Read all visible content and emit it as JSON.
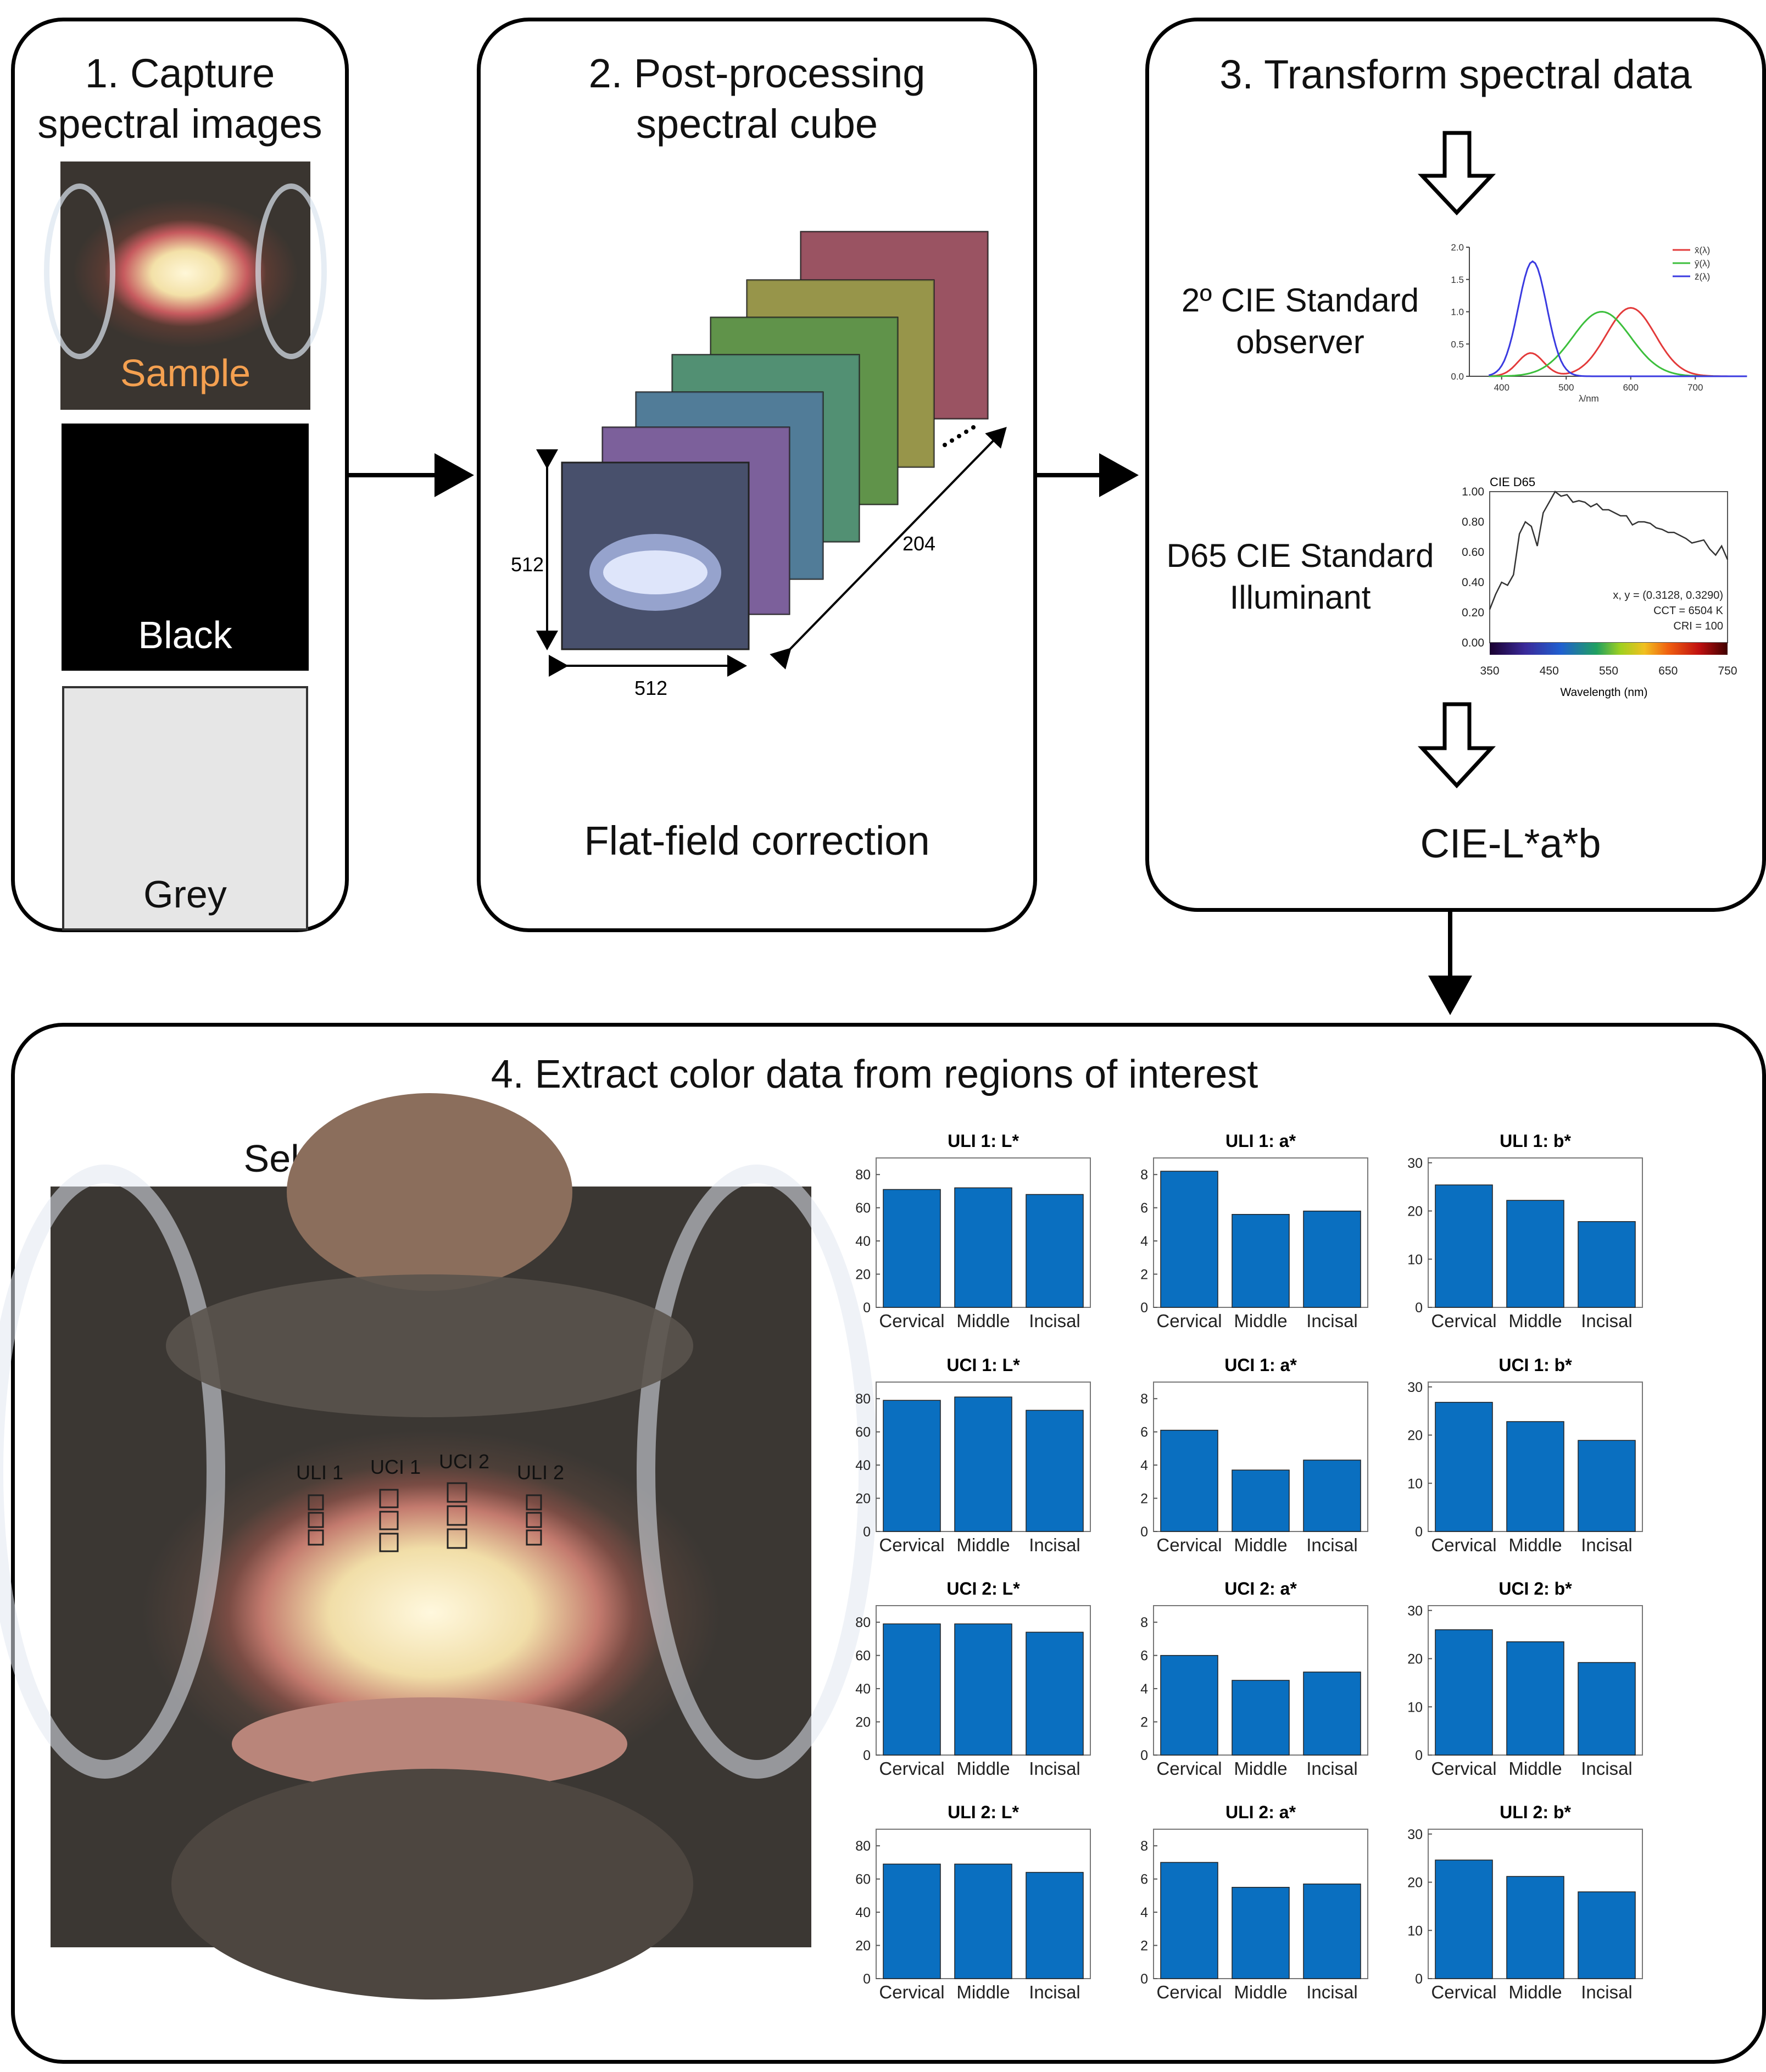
{
  "steps": {
    "capture": {
      "title_line1": "1. Capture",
      "title_line2": "spectral images",
      "sample_label": "Sample",
      "black_label": "Black",
      "grey_label": "Grey"
    },
    "postprocess": {
      "title_line1": "2. Post-processing",
      "title_line2": "spectral cube",
      "dim_height": "512",
      "dim_width": "512",
      "dim_depth": "204",
      "correction_label": "Flat-field correction"
    },
    "transform": {
      "title": "3. Transform spectral data",
      "observer_line1": "2º CIE Standard",
      "observer_line2": "observer",
      "illuminant_line1": "D65 CIE Standard",
      "illuminant_line2": "Illuminant",
      "output_label": "CIE-L*a*b"
    },
    "extract": {
      "title": "4. Extract color data from regions of interest",
      "selected_label": "Selected areas",
      "roi_labels": [
        "ULI 1",
        "UCI 1",
        "UCI 2",
        "ULI 2"
      ]
    }
  },
  "cmf_chart": {
    "type": "line",
    "legend": [
      "x̄(λ)",
      "ȳ(λ)",
      "z̄(λ)"
    ],
    "colors": [
      "#e33a3a",
      "#3cbf3c",
      "#3a3ae0"
    ],
    "xlabel": "λ/nm",
    "xticks": [
      "400",
      "500",
      "600",
      "700"
    ],
    "yticks": [
      "0.0",
      "0.5",
      "1.0",
      "1.5",
      "2.0"
    ]
  },
  "d65_chart": {
    "type": "line",
    "title": "CIE D65",
    "xlabel": "Wavelength (nm)",
    "xticks": [
      "350",
      "450",
      "550",
      "650",
      "750"
    ],
    "yticks": [
      "0.00",
      "0.20",
      "0.40",
      "0.60",
      "0.80",
      "1.00"
    ],
    "annotation_lines": [
      "x, y = (0.3128, 0.3290)",
      "CCT = 6504 K",
      "CRI = 100"
    ],
    "x": [
      350,
      360,
      370,
      380,
      390,
      400,
      410,
      420,
      430,
      440,
      450,
      460,
      470,
      480,
      490,
      500,
      510,
      520,
      530,
      540,
      550,
      560,
      570,
      580,
      590,
      600,
      610,
      620,
      630,
      640,
      650,
      660,
      670,
      680,
      690,
      700,
      710,
      720,
      730,
      740,
      750
    ],
    "y": [
      0.22,
      0.32,
      0.4,
      0.38,
      0.45,
      0.72,
      0.8,
      0.77,
      0.64,
      0.86,
      0.93,
      1.0,
      0.97,
      0.98,
      0.93,
      0.94,
      0.93,
      0.9,
      0.92,
      0.88,
      0.88,
      0.86,
      0.84,
      0.84,
      0.78,
      0.8,
      0.8,
      0.79,
      0.76,
      0.75,
      0.73,
      0.73,
      0.71,
      0.69,
      0.66,
      0.67,
      0.68,
      0.62,
      0.58,
      0.64,
      0.55
    ]
  },
  "chart_data": [
    {
      "type": "bar",
      "title": "ULI 1: L*",
      "categories": [
        "Cervical",
        "Middle",
        "Incisal"
      ],
      "values": [
        71,
        72,
        68
      ],
      "ylim": [
        0,
        90
      ],
      "yticks": [
        "0",
        "20",
        "40",
        "60",
        "80"
      ]
    },
    {
      "type": "bar",
      "title": "ULI 1: a*",
      "categories": [
        "Cervical",
        "Middle",
        "Incisal"
      ],
      "values": [
        8.2,
        5.6,
        5.8
      ],
      "ylim": [
        0,
        9
      ],
      "yticks": [
        "0",
        "2",
        "4",
        "6",
        "8"
      ]
    },
    {
      "type": "bar",
      "title": "ULI 1: b*",
      "categories": [
        "Cervical",
        "Middle",
        "Incisal"
      ],
      "values": [
        25.4,
        22.2,
        17.8
      ],
      "ylim": [
        0,
        31
      ],
      "yticks": [
        "0",
        "10",
        "20",
        "30"
      ]
    },
    {
      "type": "bar",
      "title": "UCI 1: L*",
      "categories": [
        "Cervical",
        "Middle",
        "Incisal"
      ],
      "values": [
        79,
        81,
        73
      ],
      "ylim": [
        0,
        90
      ],
      "yticks": [
        "0",
        "20",
        "40",
        "60",
        "80"
      ]
    },
    {
      "type": "bar",
      "title": "UCI 1: a*",
      "categories": [
        "Cervical",
        "Middle",
        "Incisal"
      ],
      "values": [
        6.1,
        3.7,
        4.3
      ],
      "ylim": [
        0,
        9
      ],
      "yticks": [
        "0",
        "2",
        "4",
        "6",
        "8"
      ]
    },
    {
      "type": "bar",
      "title": "UCI 1: b*",
      "categories": [
        "Cervical",
        "Middle",
        "Incisal"
      ],
      "values": [
        26.8,
        22.8,
        18.9
      ],
      "ylim": [
        0,
        31
      ],
      "yticks": [
        "0",
        "10",
        "20",
        "30"
      ]
    },
    {
      "type": "bar",
      "title": "UCI 2: L*",
      "categories": [
        "Cervical",
        "Middle",
        "Incisal"
      ],
      "values": [
        79,
        79,
        74
      ],
      "ylim": [
        0,
        90
      ],
      "yticks": [
        "0",
        "20",
        "40",
        "60",
        "80"
      ]
    },
    {
      "type": "bar",
      "title": "UCI 2: a*",
      "categories": [
        "Cervical",
        "Middle",
        "Incisal"
      ],
      "values": [
        6.0,
        4.5,
        5.0
      ],
      "ylim": [
        0,
        9
      ],
      "yticks": [
        "0",
        "2",
        "4",
        "6",
        "8"
      ]
    },
    {
      "type": "bar",
      "title": "UCI 2: b*",
      "categories": [
        "Cervical",
        "Middle",
        "Incisal"
      ],
      "values": [
        26.0,
        23.5,
        19.2
      ],
      "ylim": [
        0,
        31
      ],
      "yticks": [
        "0",
        "10",
        "20",
        "30"
      ]
    },
    {
      "type": "bar",
      "title": "ULI 2: L*",
      "categories": [
        "Cervical",
        "Middle",
        "Incisal"
      ],
      "values": [
        69,
        69,
        64
      ],
      "ylim": [
        0,
        90
      ],
      "yticks": [
        "0",
        "20",
        "40",
        "60",
        "80"
      ]
    },
    {
      "type": "bar",
      "title": "ULI 2: a*",
      "categories": [
        "Cervical",
        "Middle",
        "Incisal"
      ],
      "values": [
        7.0,
        5.5,
        5.7
      ],
      "ylim": [
        0,
        9
      ],
      "yticks": [
        "0",
        "2",
        "4",
        "6",
        "8"
      ]
    },
    {
      "type": "bar",
      "title": "ULI 2: b*",
      "categories": [
        "Cervical",
        "Middle",
        "Incisal"
      ],
      "values": [
        24.6,
        21.2,
        18.0
      ],
      "ylim": [
        0,
        31
      ],
      "yticks": [
        "0",
        "10",
        "20",
        "30"
      ]
    }
  ]
}
